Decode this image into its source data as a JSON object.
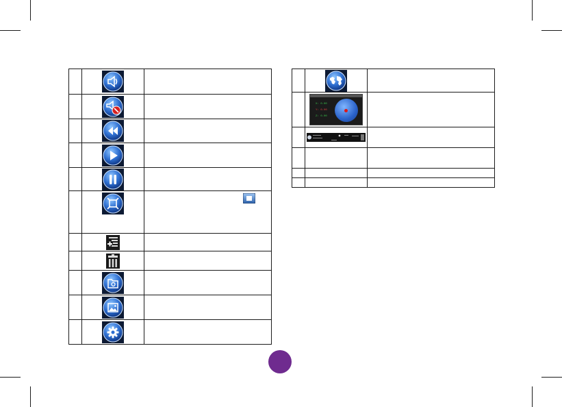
{
  "colors": {
    "accent_purple": "#6f2b8f",
    "icon_blue": "#2e6fd1",
    "icon_blue_light": "#8ec5ff",
    "border": "#1a1a1a"
  },
  "left_table": {
    "rows": [
      {
        "icon": "speaker-icon",
        "label": ""
      },
      {
        "icon": "mute-icon",
        "label": ""
      },
      {
        "icon": "rewind-icon",
        "label": ""
      },
      {
        "icon": "play-icon",
        "label": ""
      },
      {
        "icon": "pause-icon",
        "label": ""
      },
      {
        "icon": "fullscreen-icon",
        "label": "",
        "inline_icon": "stop-square-icon"
      },
      {
        "icon": "add-to-list-icon",
        "label": ""
      },
      {
        "icon": "delete-icon",
        "label": ""
      },
      {
        "icon": "folder-camera-icon",
        "label": ""
      },
      {
        "icon": "picture-icon",
        "label": ""
      },
      {
        "icon": "settings-gear-icon",
        "label": ""
      }
    ]
  },
  "right_table": {
    "rows": [
      {
        "icon": "world-map-icon",
        "label": ""
      },
      {
        "icon": "radar-screen-icon",
        "label": "",
        "readings": [
          "X: 0.00",
          "Y: 0.00",
          "Z: 0.00"
        ]
      },
      {
        "icon": "status-bar-thumbnail",
        "label": ""
      },
      {
        "icon": "",
        "label": ""
      },
      {
        "icon": "",
        "label": ""
      },
      {
        "icon": "",
        "label": ""
      }
    ]
  }
}
